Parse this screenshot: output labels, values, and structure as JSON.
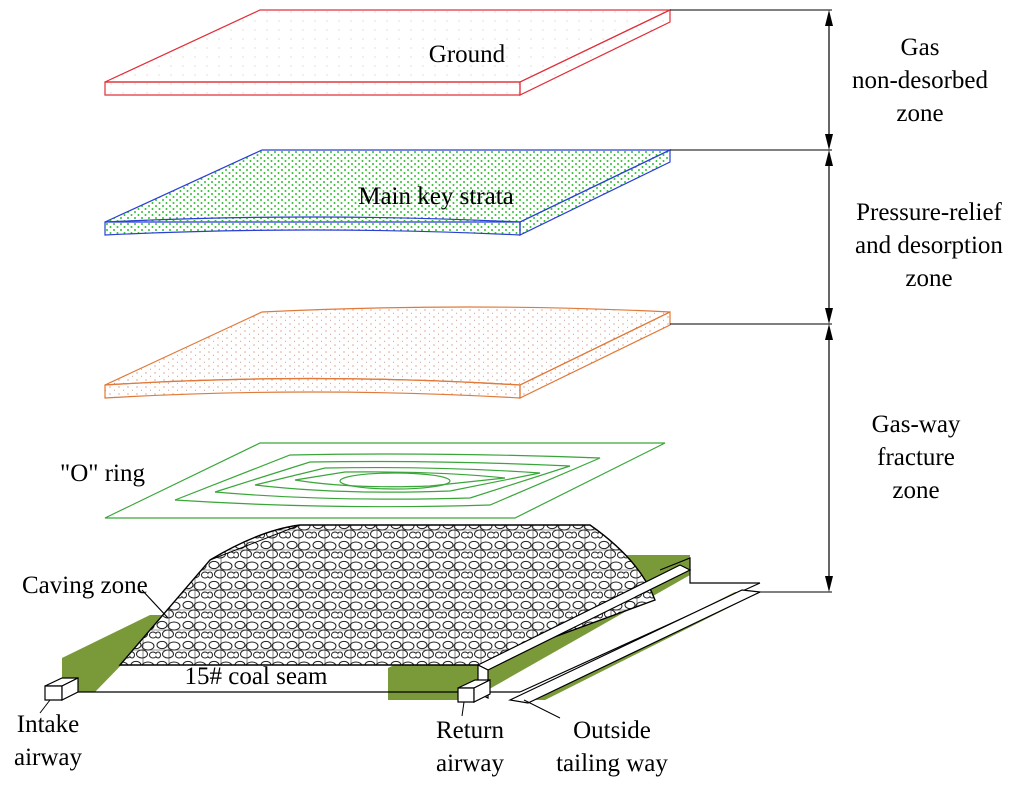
{
  "labels": {
    "ground": "Ground",
    "main_key_strata": "Main key strata",
    "o_ring": "\"O\" ring",
    "caving_zone": "Caving zone",
    "coal_seam": "15# coal seam",
    "intake_airway": [
      "Intake",
      "airway"
    ],
    "return_airway": [
      "Return",
      "airway"
    ],
    "outside_tailing_way": [
      "Outside",
      "tailing way"
    ]
  },
  "zones": {
    "non_desorbed": [
      "Gas",
      "non-desorbed",
      "zone"
    ],
    "pressure_relief": [
      "Pressure-relief",
      "and desorption",
      "zone"
    ],
    "fracture": [
      "Gas-way",
      "fracture",
      "zone"
    ]
  },
  "colors": {
    "ground_edge": "#e0303a",
    "key_strata_edge": "#2a3fd6",
    "key_strata_dots": "#2fbf2f",
    "strata3_edge": "#e07a3a",
    "o_ring": "#3aa63a",
    "coal_green": "#7a9a3a",
    "rubble": "#222222"
  }
}
